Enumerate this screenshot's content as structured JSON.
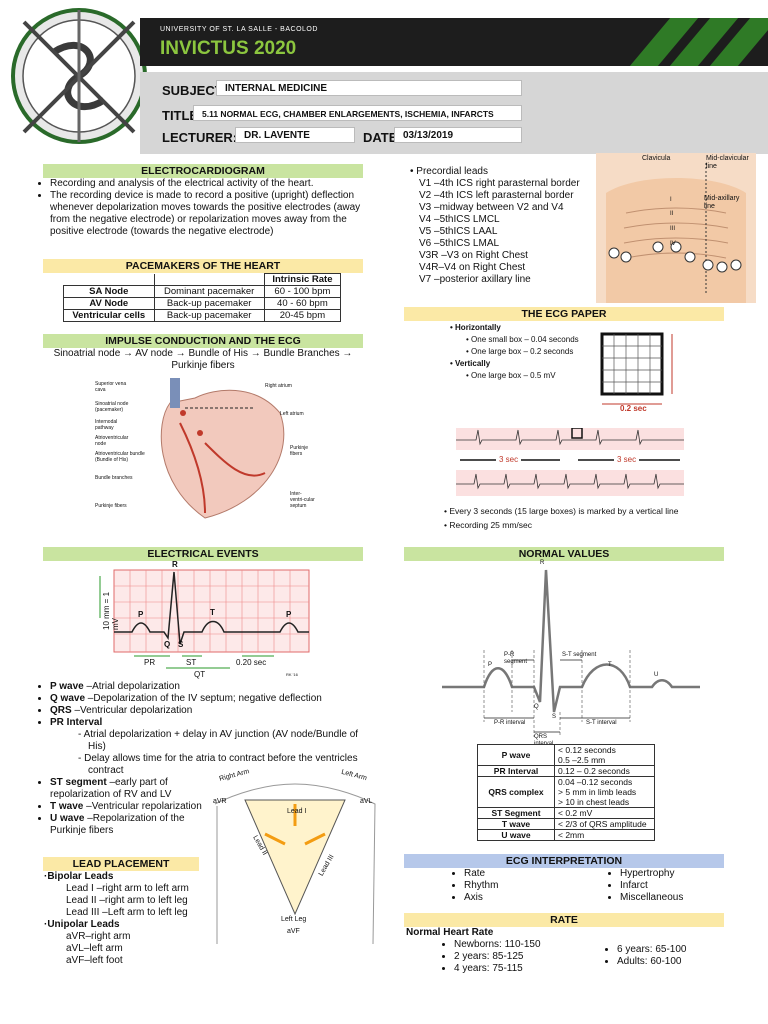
{
  "header": {
    "university": "UNIVERSITY OF ST. LA SALLE - BACOLOD",
    "title": "INVICTUS 2020",
    "subject_label": "SUBJECT:",
    "subject": "INTERNAL MEDICINE",
    "title_label": "TITLE:",
    "topic": "5.11 NORMAL ECG, CHAMBER ENLARGEMENTS, ISCHEMIA, INFARCTS",
    "lecturer_label": "LECTURER:",
    "lecturer": "DR. LAVENTE",
    "date_label": "DATE:",
    "date": "03/13/2019"
  },
  "electrocardiogram": {
    "heading": "ELECTROCARDIOGRAM",
    "bullets": [
      "Recording and analysis of the electrical activity of the heart.",
      "The recording device is made to record a positive (upright) deflection whenever depolarization moves towards the positive electrodes (away from the negative electrode) or repolarization moves away from the positive electrode (towards the negative electrode)"
    ]
  },
  "pacemakers": {
    "heading": "PACEMAKERS OF THE HEART",
    "col": "Intrinsic Rate",
    "rows": [
      [
        "SA Node",
        "Dominant pacemaker",
        "60 - 100 bpm"
      ],
      [
        "AV Node",
        "Back-up pacemaker",
        "40 - 60 bpm"
      ],
      [
        "Ventricular cells",
        "Back-up pacemaker",
        "20-45 bpm"
      ]
    ]
  },
  "impulse": {
    "heading": "IMPULSE CONDUCTION AND THE ECG",
    "line1": "Sinoatrial node → AV node → Bundle of His → Bundle Branches →",
    "line2": "Purkinje fibers",
    "labels": [
      "Superior vena cava",
      "Sinoatrial node (pacemaker)",
      "Internodal pathway",
      "Atrioventricular node",
      "Atrioventricular bundle (Bundle of His)",
      "Bundle branches",
      "Purkinje fibers",
      "Right atrium",
      "Left atrium",
      "Purkinje fibers",
      "Inter-ventri-cular septum"
    ]
  },
  "electrical_events": {
    "heading": "ELECTRICAL EVENTS",
    "ylabel": "10 mm = 1 mV",
    "wave_labels": [
      "R",
      "P",
      "T",
      "P",
      "Q",
      "S"
    ],
    "intervals": [
      "PR",
      "ST",
      "QT",
      "0.20 sec"
    ],
    "credit": "RK '16",
    "defs": [
      {
        "term": "P wave",
        "desc": " –Atrial depolarization"
      },
      {
        "term": "Q wave",
        "desc": " –Depolarization of the IV septum; negative deflection"
      },
      {
        "term": "QRS",
        "desc": " –Ventricular depolarization"
      },
      {
        "term": "PR Interval",
        "desc": ""
      }
    ],
    "pr_sub": [
      "Atrial depolarization + delay in AV junction (AV node/Bundle of His)",
      "Delay allows time for the atria to contract before the ventricles contract"
    ],
    "defs2": [
      {
        "term": "ST segment",
        "desc": " –early part of repolarization of RV and LV"
      },
      {
        "term": "T wave",
        "desc": " –Ventricular repolarization"
      },
      {
        "term": "U wave",
        "desc": " –Repolarization of the Purkinje fibers"
      }
    ]
  },
  "lead_placement": {
    "heading": "LEAD PLACEMENT",
    "bipolar": "·Bipolar Leads",
    "bipolar_items": [
      "Lead I –right arm to left arm",
      "Lead II –right arm to left leg",
      "Lead III –Left arm to left leg"
    ],
    "unipolar": "·Unipolar Leads",
    "unipolar_items": [
      "aVR–right arm",
      "aVL–left arm",
      "aVF–left foot"
    ],
    "fig_labels": [
      "Right Arm",
      "Left Arm",
      "aVR",
      "aVL",
      "Lead I",
      "Lead II",
      "Lead III",
      "Left Leg",
      "aVF"
    ]
  },
  "precordial": {
    "title": "• Precordial leads",
    "items": [
      "V1 –4th ICS right parasternal border",
      "V2 –4th ICS left parasternal border",
      "V3 –midway between V2 and V4",
      "V4 –5thICS LMCL",
      "V5 –5thICS LAAL",
      "V6 –5thICS LMAL",
      "V3R –V3 on Right Chest",
      "V4R–V4 on Right Chest",
      "V7 –posterior axillary line"
    ],
    "fig_labels": [
      "Clavicula",
      "Mid-clavicular line",
      "Mid-axillary line",
      "I",
      "II",
      "III",
      "IV"
    ]
  },
  "ecg_paper": {
    "heading": "THE ECG PAPER",
    "h": "• Horizontally",
    "h_items": [
      "One small box – 0.04 seconds",
      "One large box – 0.2 seconds"
    ],
    "v": "• Vertically",
    "v_items": [
      "One large box – 0.5 mV"
    ],
    "box_label": "0.2 sec",
    "strip": [
      "3 sec",
      "3 sec"
    ],
    "notes": [
      "• Every 3 seconds (15 large boxes) is marked by a vertical line",
      "• Recording 25 mm/sec"
    ]
  },
  "normal_values": {
    "heading": "NORMAL VALUES",
    "fig_labels": [
      "R",
      "P",
      "P-R segment",
      "S-T segment",
      "T",
      "U",
      "P-R interval",
      "QRS interval",
      "S-T interval",
      "Q",
      "S"
    ],
    "rows": [
      [
        "P wave",
        "< 0.12 seconds\n0.5 –2.5 mm"
      ],
      [
        "PR Interval",
        "0.12 – 0.2 seconds"
      ],
      [
        "QRS complex",
        "0.04 –0.12 seconds\n> 5 mm in limb leads\n> 10 in chest leads"
      ],
      [
        "ST Segment",
        "< 0.2 mV"
      ],
      [
        "T wave",
        "< 2/3 of QRS amplitude"
      ],
      [
        "U wave",
        "< 2mm"
      ]
    ]
  },
  "ecg_interp": {
    "heading": "ECG INTERPRETATION",
    "col1": [
      "Rate",
      "Rhythm",
      "Axis"
    ],
    "col2": [
      "Hypertrophy",
      "Infarct",
      "Miscellaneous"
    ]
  },
  "rate": {
    "heading": "RATE",
    "sub": "Normal Heart Rate",
    "col1": [
      "Newborns: 110-150",
      "2 years: 85-125",
      "4 years: 75-115"
    ],
    "col2": [
      "6 years: 65-100",
      "Adults: 60-100"
    ]
  }
}
